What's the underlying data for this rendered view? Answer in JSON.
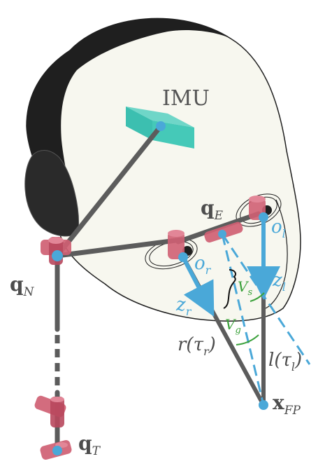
{
  "labels": {
    "imu": "IMU",
    "q_e": {
      "base": "q",
      "sub": "E"
    },
    "q_n": {
      "base": "q",
      "sub": "N"
    },
    "q_t": {
      "base": "q",
      "sub": "T"
    },
    "o_l": {
      "base": "o",
      "sub": "l"
    },
    "o_r": {
      "base": "o",
      "sub": "r"
    },
    "z_l": {
      "base": "z",
      "sub": "l"
    },
    "z_r": {
      "base": "z",
      "sub": "r"
    },
    "v_s": {
      "base": "V",
      "sub": "s"
    },
    "v_g": {
      "base": "V",
      "sub": "g"
    },
    "r_tau": {
      "pre": "r(τ",
      "sub": "r",
      "post": ")"
    },
    "l_tau": {
      "pre": "l(τ",
      "sub": "l",
      "post": ")"
    },
    "x_fp": {
      "base": "x",
      "sub": "FP"
    }
  },
  "colors": {
    "head_fill": "#f7f7ef",
    "hair": "#1f1f1f",
    "bone": "#5c5c5c",
    "joint": "#cf5f73",
    "eye_blue": "#4aa8d8",
    "imu": "#3cbfb0",
    "angle_green": "#3aa13a"
  }
}
